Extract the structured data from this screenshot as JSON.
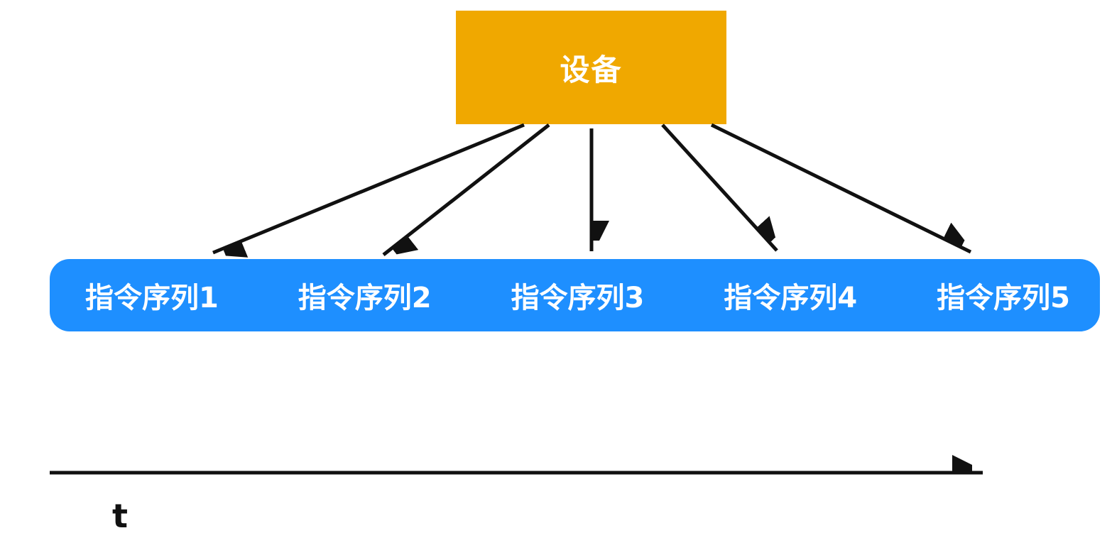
{
  "diagram": {
    "device": {
      "label": "设备"
    },
    "sequence_bar": {
      "items": [
        {
          "label": "指令序列1"
        },
        {
          "label": "指令序列2"
        },
        {
          "label": "指令序列3"
        },
        {
          "label": "指令序列4"
        },
        {
          "label": "指令序列5"
        }
      ]
    },
    "time_axis": {
      "label": "t"
    },
    "colors": {
      "device_fill": "#F0A800",
      "bar_fill": "#1E8FFF",
      "arrow": "#111111",
      "label_text": "#FFFFFF"
    }
  }
}
